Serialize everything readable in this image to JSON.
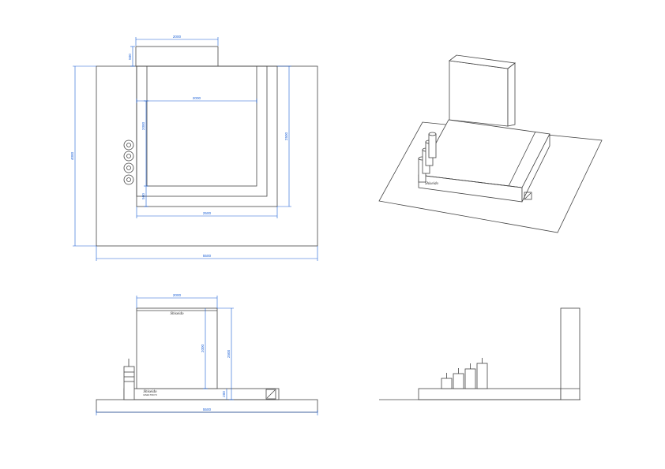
{
  "views": {
    "plan": {
      "dims": {
        "top_width": "2000",
        "top_depth": "500",
        "inner_width": "2000",
        "inner_height": "2000",
        "right_height": "2500",
        "border": "500",
        "bottom_inner": "2500",
        "overall_height": "4000",
        "overall_width": "5500"
      }
    },
    "elevation": {
      "dims": {
        "panel_width": "2000",
        "panel_height": "2000",
        "overall_height": "2500",
        "base_height": "200",
        "overall_width": "5500"
      },
      "logo_text": "Shiseido",
      "logo_sub": "GINZA TOKYO"
    },
    "iso": {
      "logo_text": "Shiseido"
    }
  }
}
